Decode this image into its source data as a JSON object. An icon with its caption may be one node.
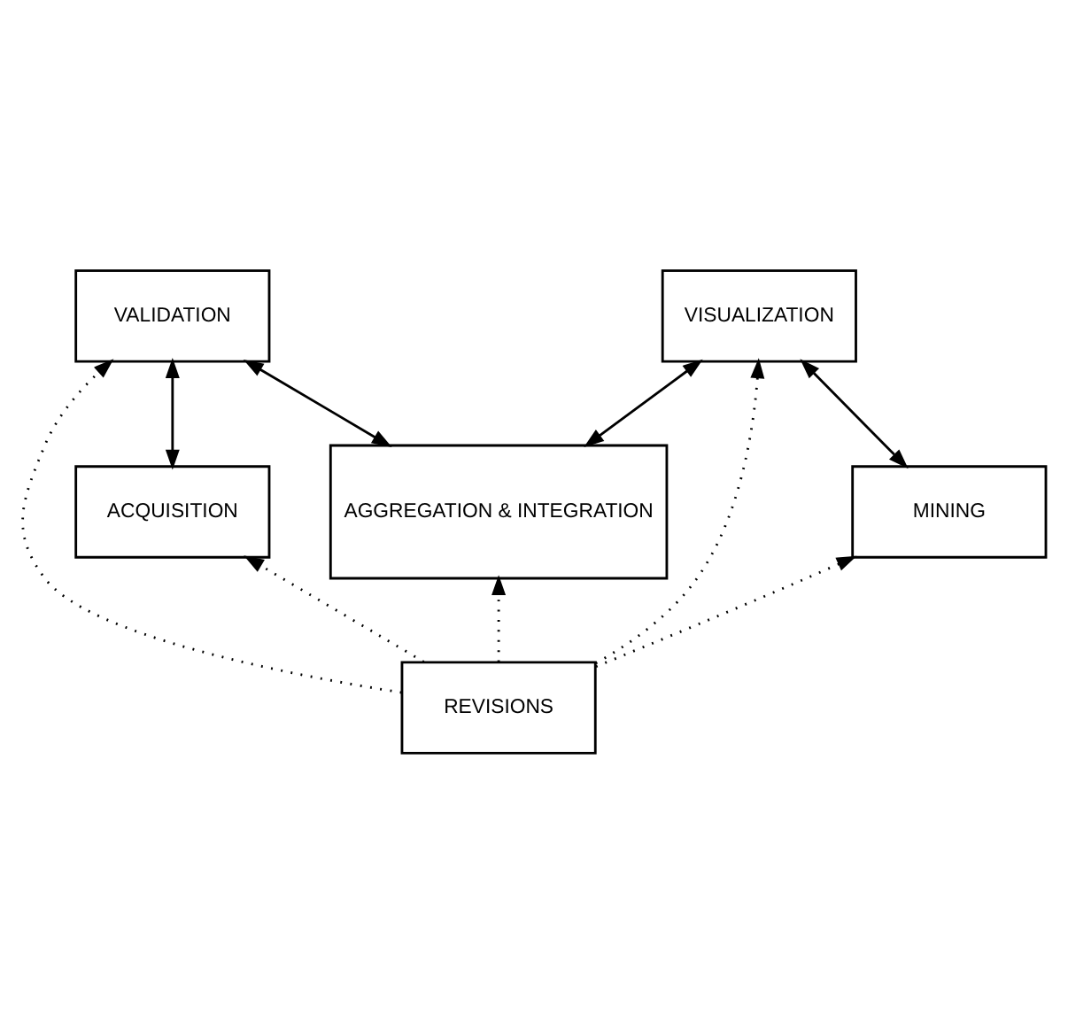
{
  "diagram": {
    "nodes": [
      {
        "text": [
          "VALIDATION"
        ]
      },
      {
        "text": [
          "VISUALIZATION"
        ]
      },
      {
        "text": [
          "ACQUISITION"
        ]
      },
      {
        "text": [
          "AGGREGATION & INTEGRATION"
        ]
      },
      {
        "text": [
          "MINING"
        ]
      },
      {
        "text": [
          "REVISIONS"
        ]
      }
    ],
    "edges": [
      {
        "from": 0,
        "to": 2,
        "arrow": "both"
      },
      {
        "from": 0,
        "to": 3,
        "arrow": "both"
      },
      {
        "from": 1,
        "to": 3,
        "arrow": "both"
      },
      {
        "from": 1,
        "to": 4,
        "arrow": "both"
      },
      {
        "from": 5,
        "to": 2,
        "arrow": "to",
        "style": "dashed"
      },
      {
        "from": 5,
        "to": 0,
        "arrow": "to",
        "style": "dashed"
      },
      {
        "from": 5,
        "to": 3,
        "arrow": "to",
        "style": "dashed"
      },
      {
        "from": 5,
        "to": 1,
        "arrow": "to",
        "style": "dashed"
      },
      {
        "from": 5,
        "to": 4,
        "arrow": "to",
        "style": "dashed"
      }
    ]
  }
}
